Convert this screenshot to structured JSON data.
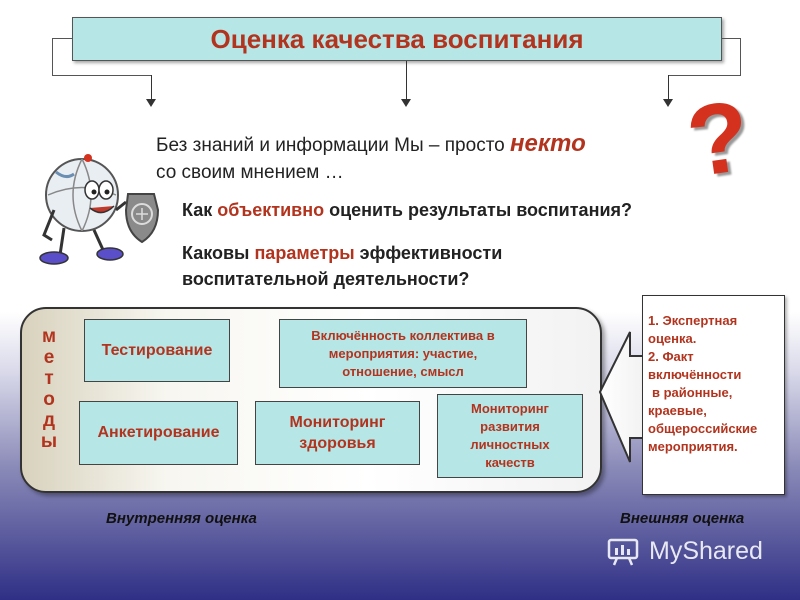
{
  "title": "Оценка качества воспитания",
  "intro": {
    "line1_prefix": "Без знаний и информации Мы – просто",
    "line1_accent": "некто",
    "line2": "со своим мнением …",
    "question_mark": "?"
  },
  "questions": {
    "q1_pre": "Как",
    "q1_accent": "объективно",
    "q1_post": "оценить результаты воспитания?",
    "q2_pre": "Каковы",
    "q2_accent": "параметры",
    "q2_post": "эффективности воспитательной деятельности?"
  },
  "methods": {
    "vertical_letters": [
      "м",
      "е",
      "т",
      "о",
      "д",
      "ы"
    ],
    "boxes": {
      "testing": "Тестирование",
      "survey": "Анкетирование",
      "involvement": "Включённость коллектива в мероприятия: участие, отношение, смысл",
      "health": "Мониторинг здоровья",
      "personal": "Мониторинг развития личностных качеств"
    }
  },
  "external": {
    "lines": [
      "1. Экспертная",
      "оценка.",
      "2. Факт",
      "включённости",
      "в районные,",
      "краевые,",
      "общероссийские",
      "мероприятия."
    ]
  },
  "captions": {
    "internal": "Внутренняя оценка",
    "external": "Внешняя оценка"
  },
  "watermark": "MyShared",
  "colors": {
    "accent": "#b2341e",
    "box_fill": "#b7e6e6",
    "question_mark": "#d4311e"
  }
}
